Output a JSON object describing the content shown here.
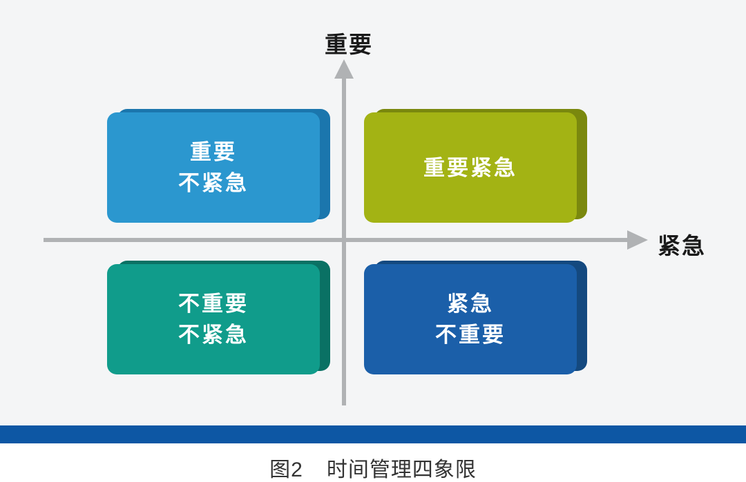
{
  "axes": {
    "y_label": "重要",
    "x_label": "紧急",
    "line_color": "#b0b2b4"
  },
  "quadrants": [
    {
      "position": "top-left",
      "lines": [
        "重要",
        "不紧急"
      ],
      "face_color": "#2b97cf",
      "edge_color": "#1b76ad"
    },
    {
      "position": "top-right",
      "lines": [
        "重要紧急"
      ],
      "face_color": "#a3b314",
      "edge_color": "#7a880e"
    },
    {
      "position": "bottom-left",
      "lines": [
        "不重要",
        "不紧急"
      ],
      "face_color": "#109c8b",
      "edge_color": "#0a7164"
    },
    {
      "position": "bottom-right",
      "lines": [
        "紧急",
        "不重要"
      ],
      "face_color": "#1b5fa9",
      "edge_color": "#14497f"
    }
  ],
  "divider_bar": {
    "color": "#0d57a4"
  },
  "caption": {
    "label": "图2",
    "title": "时间管理四象限"
  },
  "background": {
    "canvas": "#f4f5f6",
    "page": "#ffffff"
  }
}
